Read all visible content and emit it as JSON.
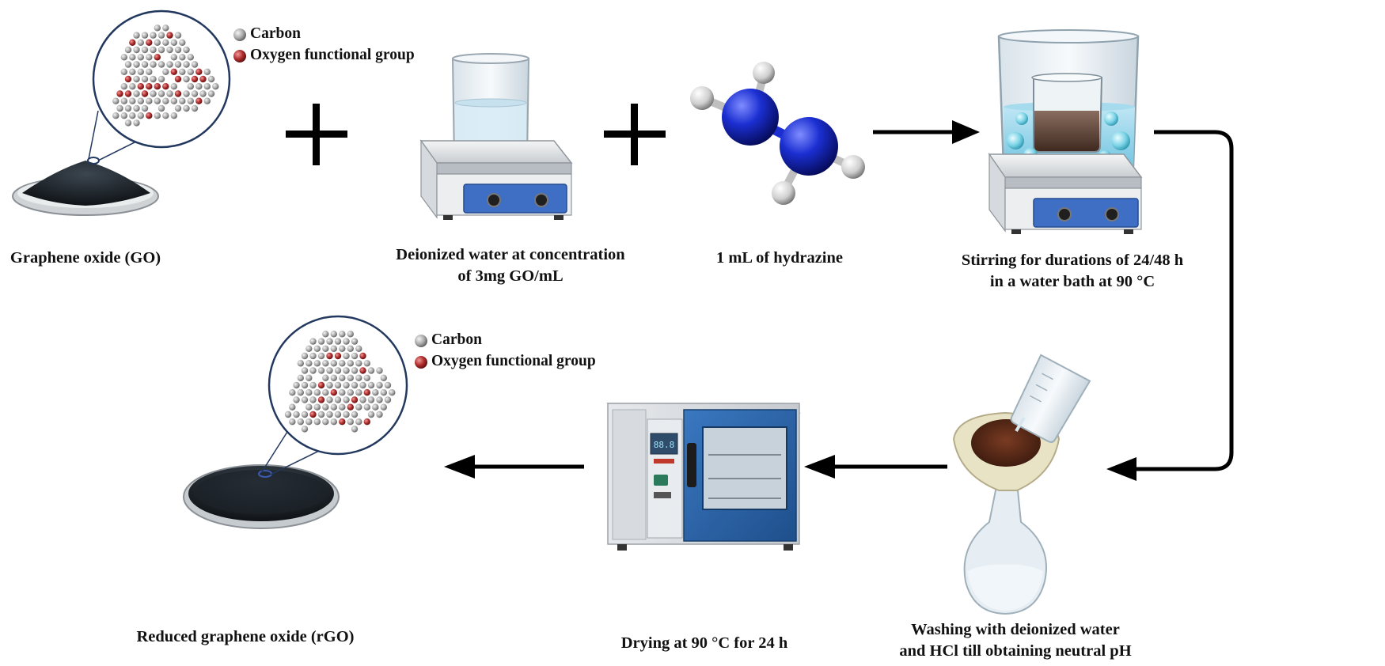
{
  "captions": {
    "go": "Graphene oxide (GO)",
    "water_line1": "Deionized water at concentration",
    "water_line2": "of 3mg GO/mL",
    "hydrazine": "1 mL of hydrazine",
    "stirring_line1": "Stirring for durations of 24/48 h",
    "stirring_line2": "in a water bath at 90 °C",
    "washing_line1": "Washing with deionized water",
    "washing_line2": "and HCl till obtaining neutral pH",
    "drying": "Drying at 90 °C for 24 h",
    "rgo": "Reduced graphene oxide (rGO)"
  },
  "legend_top": {
    "carbon": "Carbon",
    "oxygen": "Oxygen functional group"
  },
  "legend_bottom": {
    "carbon": "Carbon",
    "oxygen": "Oxygen functional group"
  },
  "oven_display": "88.8",
  "colors": {
    "carbon": "#a9a9a9",
    "oxygen": "#a82a2a",
    "nitrogen": "#1b2fd1",
    "stirrer_panel": "#3f6fc4",
    "oven_door": "#2f6ab0",
    "powder": "#1c2228",
    "zoom_circle": "#23385e"
  }
}
